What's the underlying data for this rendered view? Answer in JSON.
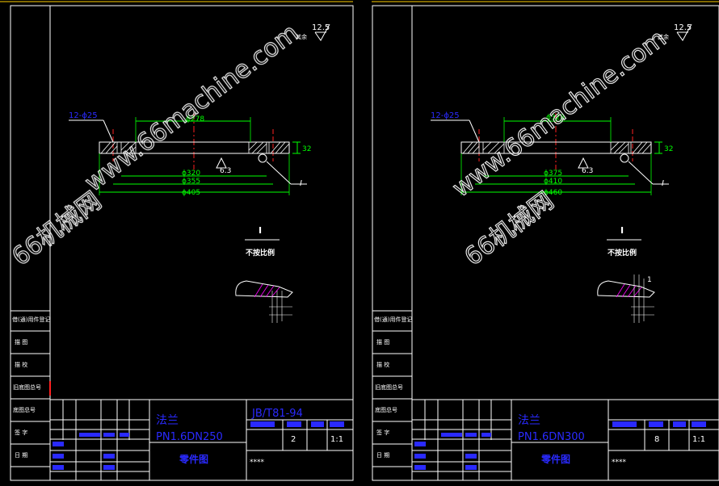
{
  "colors": {
    "background": "#000000",
    "frame": "#ffffff",
    "dimension": "#00ff00",
    "centerline": "#ff2020",
    "leader": "#ffffff",
    "hatch": "#ff00ff",
    "title_text": "#2a2aff",
    "watermark": "#ffffff"
  },
  "watermark": {
    "url": "www.66machine.com",
    "cn": "66机械网"
  },
  "sheets": [
    {
      "roughness_value": "12.5",
      "roughness_label": "其余",
      "holes_label": "12-ϕ25",
      "dim_top": "ϕ278",
      "dim_inner": "ϕ320",
      "dim_mid": "ϕ355",
      "dim_outer": "ϕ405",
      "thickness": "32",
      "roughness_small": "6.3",
      "section_mark": "I",
      "detail_title": "I",
      "detail_subtitle": "不按比例",
      "side_labels": [
        "借(通)用件登记",
        "描 图",
        "描 校",
        "旧底图总号",
        "底图总号",
        "签 字",
        "日 期"
      ],
      "part_name": "法兰",
      "part_spec": "PN1.6DN250",
      "standard": "JB/T81-94",
      "doc_type": "零件图",
      "stars": "****",
      "scale": "1:1",
      "quantity": "2"
    },
    {
      "roughness_value": "12.5",
      "roughness_label": "其余",
      "holes_label": "12-ϕ25",
      "dim_top": "ϕ328",
      "dim_inner": "ϕ375",
      "dim_mid": "ϕ410",
      "dim_outer": "ϕ460",
      "thickness": "32",
      "roughness_small": "6.3",
      "section_mark": "I",
      "detail_title": "I",
      "detail_subtitle": "不按比例",
      "detail_note": "1",
      "side_labels": [
        "借(通)用件登记",
        "描 图",
        "描 校",
        "旧底图总号",
        "底图总号",
        "签 字",
        "日 期"
      ],
      "part_name": "法兰",
      "part_spec": "PN1.6DN300",
      "standard": "",
      "doc_type": "零件图",
      "stars": "****",
      "scale": "1:1",
      "quantity": "8"
    }
  ]
}
